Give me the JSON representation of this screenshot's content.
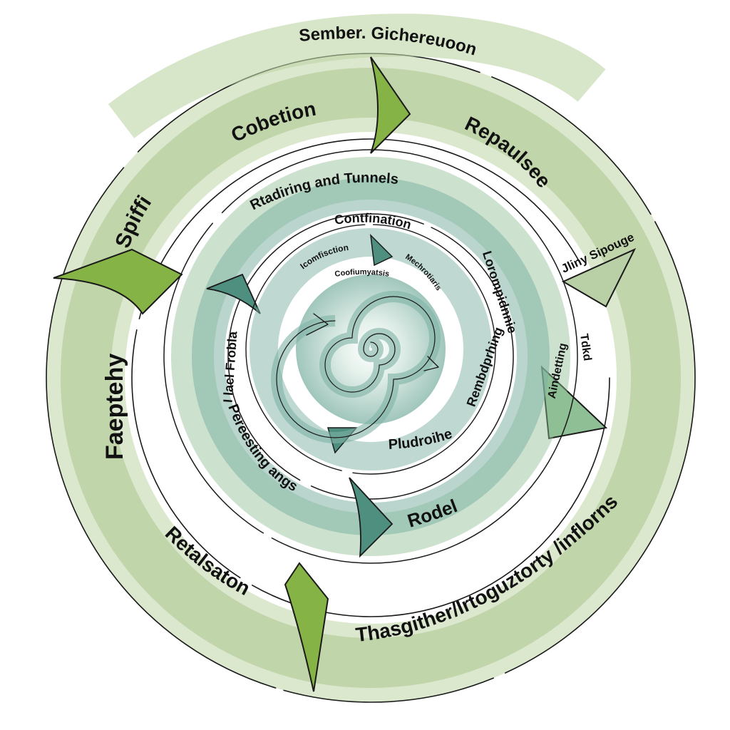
{
  "diagram": {
    "colors": {
      "outer_band": "#a9c58c",
      "outer_band_light": "#cfe0bd",
      "middle_band": "#8fbf95",
      "inner_band": "#7fb3a5",
      "core_band": "#9cc8bd",
      "arrow_bright": "#86b345",
      "arrow_teal": "#4f8f80",
      "ink": "#1a1a1a"
    },
    "outer_ring": {
      "top_label": "Sember. Gichereuoon",
      "segments": [
        {
          "label": "Cobetion"
        },
        {
          "label": "Repaulsee"
        },
        {
          "label": "Jliny Sipouge"
        },
        {
          "label": "Spiffi"
        },
        {
          "label": "Faeptehy"
        },
        {
          "label": "Retalsaton"
        },
        {
          "label": "Thasgither/Irtoguztorty /inflorns"
        }
      ]
    },
    "middle_ring": {
      "segments": [
        {
          "label": "Rtadiring and Tunnels"
        },
        {
          "label": "Lorompidnnie"
        },
        {
          "label": "Rembdprhing"
        },
        {
          "label": "Aindetting"
        },
        {
          "label": "Tdkd"
        },
        {
          "label": "Rodel"
        },
        {
          "label": "Pereesting angs"
        },
        {
          "label": "I lacl Frobla"
        }
      ]
    },
    "inner_ring": {
      "segments": [
        {
          "label": "Contfination"
        },
        {
          "label": "Pludroihe"
        }
      ]
    },
    "core": {
      "labels": [
        {
          "label": "Icomfisction"
        },
        {
          "label": "Coofiumyatsis"
        },
        {
          "label": "Mechrotiaris"
        }
      ]
    }
  }
}
